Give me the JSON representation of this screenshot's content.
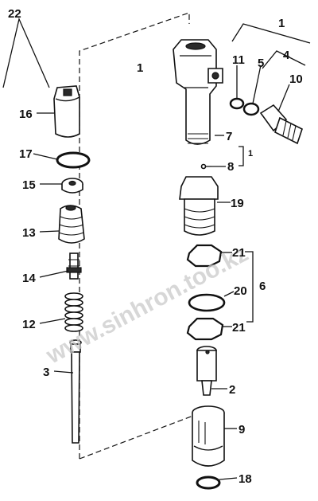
{
  "diagram": {
    "labels": {
      "n22": "22",
      "n1_top": "1",
      "n4": "4",
      "n1_left": "1",
      "n11": "11",
      "n5": "5",
      "n10": "10",
      "n16": "16",
      "n7": "7",
      "n17": "17",
      "n1_small": "1",
      "n8": "8",
      "n15": "15",
      "n19": "19",
      "n13": "13",
      "n21_a": "21",
      "n14": "14",
      "n20": "20",
      "n6": "6",
      "n12": "12",
      "n21_b": "21",
      "n3": "3",
      "n2": "2",
      "n9": "9",
      "n18": "18"
    },
    "watermark": "www.sinhron.too.kz"
  }
}
